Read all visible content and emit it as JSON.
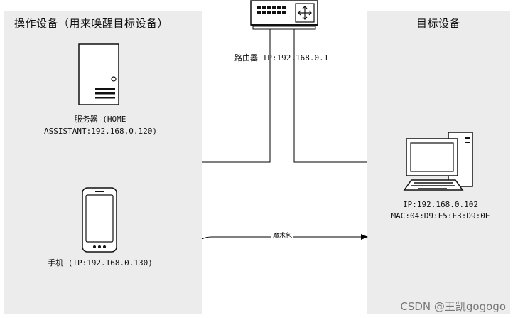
{
  "left_panel": {
    "title": "操作设备（用来唤醒目标设备）"
  },
  "right_panel": {
    "title": "目标设备"
  },
  "router": {
    "label": "路由器 IP:192.168.0.1",
    "icon": "router-icon"
  },
  "server": {
    "label_line1": "服务器 (HOME",
    "label_line2": "ASSISTANT:192.168.0.120)",
    "icon": "server-tower-icon"
  },
  "phone": {
    "label": "手机 (IP:192.168.0.130)",
    "icon": "smartphone-icon"
  },
  "target": {
    "label_line1": "IP:192.168.0.102",
    "label_line2": "MAC:04:D9:F5:F3:D9:0E",
    "icon": "desktop-computer-icon"
  },
  "arrow": {
    "label": "魔术包"
  },
  "watermark": "CSDN @王凯gogogo"
}
